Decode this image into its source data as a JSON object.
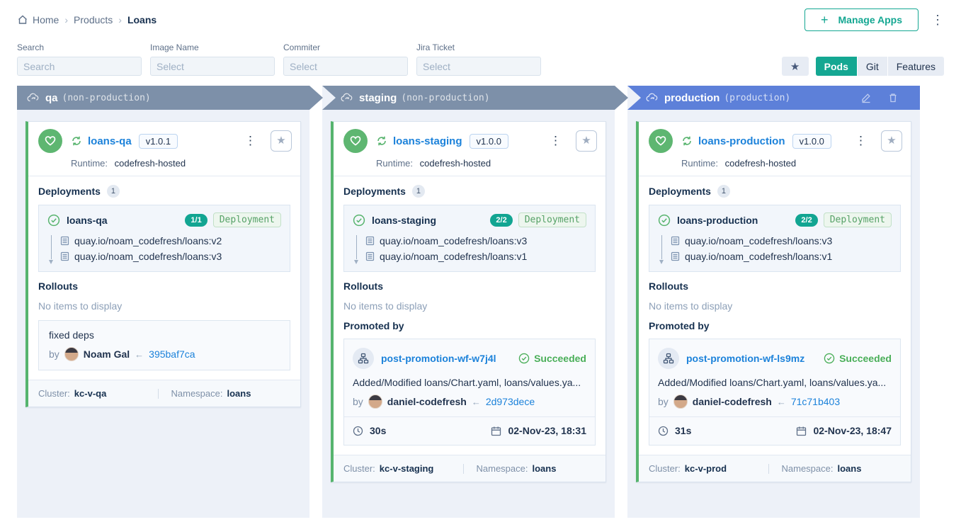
{
  "colors": {
    "teal": "#14a792",
    "link": "#1c82da",
    "health_green": "#5eb671",
    "succeeded_green": "#49ae58",
    "env_gray": "#7d90a9",
    "env_blue": "#5d80d9",
    "column_bg": "#edf1f8"
  },
  "icons": {
    "kebab": "⋮",
    "star": "★",
    "plus": "+",
    "crumb_sep": "›",
    "arrow_left": "←"
  },
  "breadcrumb": {
    "home": "Home",
    "products": "Products",
    "current": "Loans"
  },
  "header": {
    "manage_apps_label": "Manage Apps"
  },
  "filters": {
    "search": {
      "label": "Search",
      "placeholder": "Search"
    },
    "image_name": {
      "label": "Image Name",
      "placeholder": "Select"
    },
    "commiter": {
      "label": "Commiter",
      "placeholder": "Select"
    },
    "jira_ticket": {
      "label": "Jira Ticket",
      "placeholder": "Select"
    }
  },
  "view_toggle": {
    "pods": "Pods",
    "git": "Git",
    "features": "Features",
    "active": "Pods"
  },
  "environments": [
    {
      "name": "qa",
      "type_label": "(non-production)",
      "app": {
        "name": "loans-qa",
        "version": "v1.0.1",
        "runtime_label": "Runtime:",
        "runtime": "codefresh-hosted",
        "deployments_heading": "Deployments",
        "deployments_count": "1",
        "deployment": {
          "name": "loans-qa",
          "replicas": "1/1",
          "kind": "Deployment",
          "image1": "quay.io/noam_codefresh/loans:v2",
          "image2": "quay.io/noam_codefresh/loans:v3"
        },
        "rollouts_heading": "Rollouts",
        "rollouts_empty": "No items to display",
        "commit": {
          "message": "fixed deps",
          "by_label": "by",
          "author": "Noam Gal",
          "hash": "395baf7ca"
        },
        "footer": {
          "cluster_label": "Cluster:",
          "cluster": "kc-v-qa",
          "namespace_label": "Namespace:",
          "namespace": "loans"
        }
      }
    },
    {
      "name": "staging",
      "type_label": "(non-production)",
      "app": {
        "name": "loans-staging",
        "version": "v1.0.0",
        "runtime_label": "Runtime:",
        "runtime": "codefresh-hosted",
        "deployments_heading": "Deployments",
        "deployments_count": "1",
        "deployment": {
          "name": "loans-staging",
          "replicas": "2/2",
          "kind": "Deployment",
          "image1": "quay.io/noam_codefresh/loans:v3",
          "image2": "quay.io/noam_codefresh/loans:v1"
        },
        "rollouts_heading": "Rollouts",
        "rollouts_empty": "No items to display",
        "promotion": {
          "heading": "Promoted by",
          "workflow": "post-promotion-wf-w7j4l",
          "status": "Succeeded",
          "message": "Added/Modified loans/Chart.yaml, loans/values.ya...",
          "by_label": "by",
          "author": "daniel-codefresh",
          "hash": "2d973dece",
          "duration": "30s",
          "date": "02-Nov-23, 18:31"
        },
        "footer": {
          "cluster_label": "Cluster:",
          "cluster": "kc-v-staging",
          "namespace_label": "Namespace:",
          "namespace": "loans"
        }
      }
    },
    {
      "name": "production",
      "type_label": "(production)",
      "app": {
        "name": "loans-production",
        "version": "v1.0.0",
        "runtime_label": "Runtime:",
        "runtime": "codefresh-hosted",
        "deployments_heading": "Deployments",
        "deployments_count": "1",
        "deployment": {
          "name": "loans-production",
          "replicas": "2/2",
          "kind": "Deployment",
          "image1": "quay.io/noam_codefresh/loans:v3",
          "image2": "quay.io/noam_codefresh/loans:v1"
        },
        "rollouts_heading": "Rollouts",
        "rollouts_empty": "No items to display",
        "promotion": {
          "heading": "Promoted by",
          "workflow": "post-promotion-wf-ls9mz",
          "status": "Succeeded",
          "message": "Added/Modified loans/Chart.yaml, loans/values.ya...",
          "by_label": "by",
          "author": "daniel-codefresh",
          "hash": "71c71b403",
          "duration": "31s",
          "date": "02-Nov-23, 18:47"
        },
        "footer": {
          "cluster_label": "Cluster:",
          "cluster": "kc-v-prod",
          "namespace_label": "Namespace:",
          "namespace": "loans"
        }
      }
    }
  ]
}
